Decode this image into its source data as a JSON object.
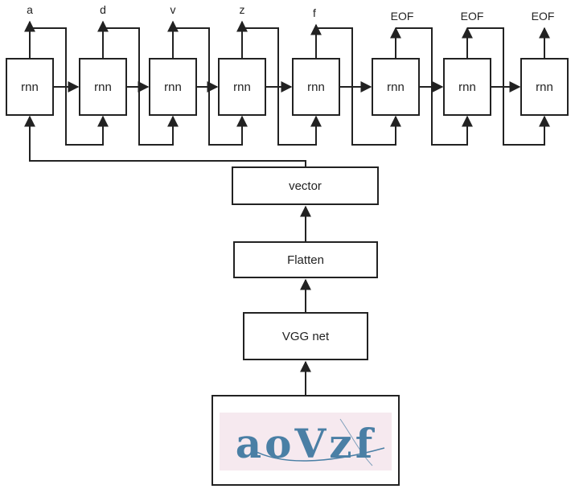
{
  "rnn": {
    "label": "rnn",
    "cells": [
      {
        "output": "a"
      },
      {
        "output": "d"
      },
      {
        "output": "v"
      },
      {
        "output": "z"
      },
      {
        "output": "f"
      },
      {
        "output": "EOF"
      },
      {
        "output": "EOF"
      },
      {
        "output": "EOF"
      }
    ]
  },
  "pipeline": {
    "vector": "vector",
    "flatten": "Flatten",
    "vgg": "VGG net"
  },
  "captcha": {
    "text": "aoVzf",
    "background": "#f6e9ef",
    "ink": "#4a7fa5"
  },
  "colors": {
    "stroke": "#222222"
  }
}
